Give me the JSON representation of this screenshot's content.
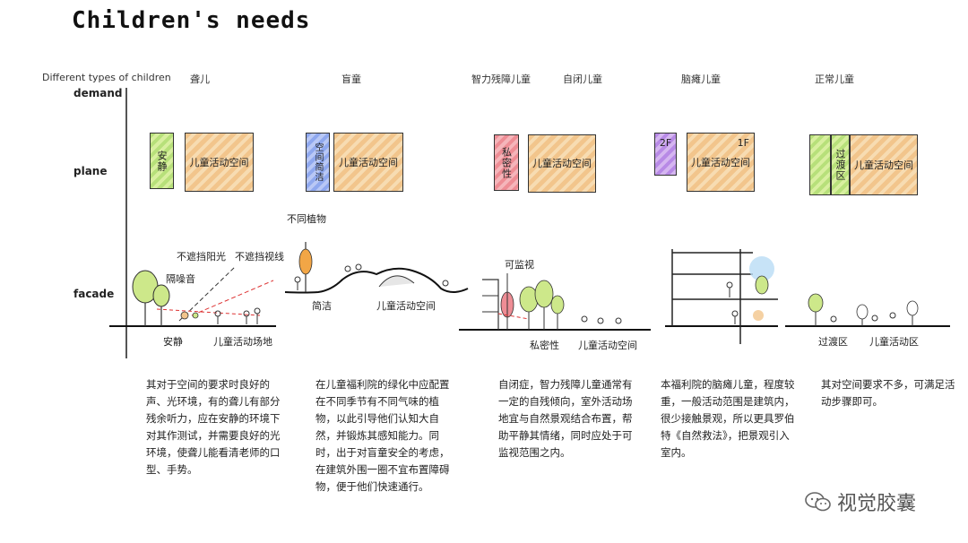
{
  "title": "Children's needs",
  "row_labels": {
    "types": "Different types of children",
    "demand": "demand",
    "plane": "plane",
    "facade": "facade"
  },
  "columns": [
    "聋儿",
    "盲童",
    "智力残障儿童",
    "自闭儿童",
    "脑瘫儿童",
    "正常儿童"
  ],
  "plane": {
    "deaf": {
      "side": "安静",
      "main": "儿童活动空间"
    },
    "blind": {
      "side": "空间简洁",
      "main": "儿童活动空间"
    },
    "autism": {
      "side": "私密性",
      "main": "儿童活动空间"
    },
    "cp": {
      "side": "2F",
      "floor": "1F",
      "main": "儿童活动空间"
    },
    "normal": {
      "side": "过渡区",
      "main": "儿童活动空间"
    }
  },
  "facade": {
    "deaf": {
      "sun": "不遮挡阳光",
      "view": "不遮挡视线",
      "noise": "隔噪音",
      "quiet": "安静",
      "area": "儿童活动场地"
    },
    "blind": {
      "plants": "不同植物",
      "simple": "简洁",
      "area": "儿童活动空间"
    },
    "autism": {
      "monitor": "可监视",
      "privacy": "私密性",
      "area": "儿童活动空间"
    },
    "normal": {
      "transition": "过渡区",
      "area": "儿童活动区"
    }
  },
  "descriptions": {
    "deaf": "其对于空间的要求时良好的声、光环境，有的聋儿有部分残余听力，应在安静的环境下对其作测试，并需要良好的光环境，使聋儿能看清老师的口型、手势。",
    "blind": "在儿童福利院的绿化中应配置在不同季节有不同气味的植物，以此引导他们认知大自然，并锻炼其感知能力。同时，出于对盲童安全的考虑，在建筑外围一圈不宜布置障碍物，便于他们快速通行。",
    "autism": "自闭症，智力残障儿童通常有一定的自残倾向，室外活动场地宜与自然景观结合布置，帮助平静其情绪，同时应处于可监视范围之内。",
    "cp": "本福利院的脑瘫儿童，程度较重，一般活动范围是建筑内，很少接触景观，所以更具罗伯特《自然救法》，把景观引入室内。",
    "normal": "其对空间要求不多，可满足活动步骤即可。"
  },
  "watermark": "视觉胶囊",
  "colors": {
    "orange": "#f2c58c",
    "green": "#b7e07a",
    "blue": "#8fa8ee",
    "pink": "#ee8d95",
    "purple": "#b88ae6"
  }
}
